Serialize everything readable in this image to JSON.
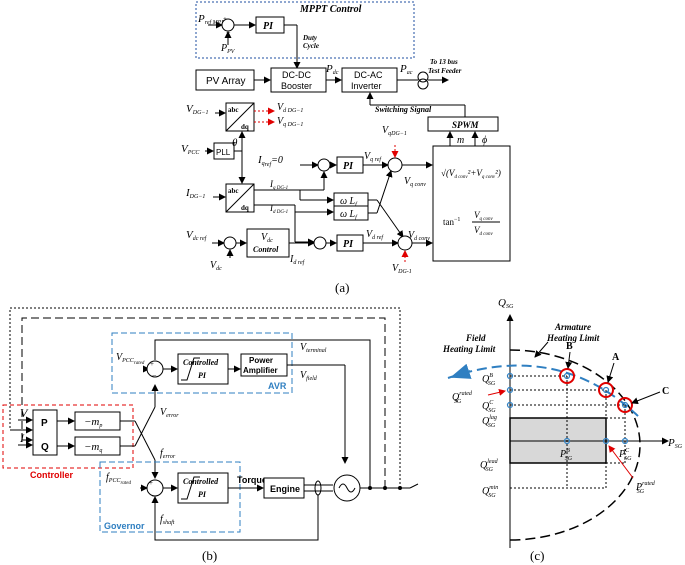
{
  "panel_a": {
    "caption": "(a)",
    "mppt_title": "MPPT Control",
    "p_ref_mpp": "P",
    "p_ref_mpp_sub": "ref MPP",
    "p_pv": "P",
    "p_pv_sub": "PV",
    "pi": "PI",
    "duty_cycle_1": "Duty",
    "duty_cycle_2": "Cycle",
    "pv_array": "PV Array",
    "dcdc_1": "DC-DC",
    "dcdc_2": "Booster",
    "dcac_1": "DC-AC",
    "dcac_2": "Inverter",
    "pdc": "P",
    "pdc_sub": "dc",
    "pac": "P",
    "pac_sub": "ac",
    "feeder_1": "To 13 bus",
    "feeder_2": "Test Feeder",
    "switching_signal": "Switching Signal",
    "spwm": "SPWM",
    "m": "m",
    "phi": "ϕ",
    "v_dg1": "V",
    "v_dg1_sub": "DG−1",
    "abc": "abc",
    "dq": "dq",
    "vd_dg1": "V",
    "vd_dg1_sub": "d DG−1",
    "vq_dg1": "V",
    "vq_dg1_sub": "q DG−1",
    "vq_dg1_in": "V",
    "vq_dg1_in_sub": "qDG−1",
    "v_pcc": "V",
    "v_pcc_sub": "PCC",
    "pll": "PLL",
    "theta": "θ",
    "iq_ref": "I",
    "iq_ref_sub": "q",
    "iq_ref_sub2": "ref",
    "iq_ref_val": "=0",
    "i_dg1": "I",
    "i_dg1_sub": "DG−1",
    "iq_dg1": "I",
    "iq_dg1_sub": "q DG-1",
    "id_dg1": "I",
    "id_dg1_sub": "d DG-1",
    "omega_lf": "ω L",
    "omega_lf_sub": "f",
    "vq_ref": "V",
    "vq_ref_sub": "q ref",
    "vq_conv": "V",
    "vq_conv_sub": "q conv",
    "sqrt_expr": "√(V",
    "sqrt_d": "d conv",
    "sqrt_q": "q conv",
    "atan": "tan",
    "atan_num": "V",
    "atan_num_sub": "q conv",
    "atan_den": "V",
    "atan_den_sub": "d conv",
    "vdc_ref": "V",
    "vdc_ref_sub": "dc ref",
    "vdc": "V",
    "vdc_sub": "dc",
    "vdc_ctrl_top": "V",
    "vdc_ctrl_top_sub": "dc",
    "control": "Control",
    "id_ref": "I",
    "id_ref_sub": "d ref",
    "vd_ref": "V",
    "vd_ref_sub": "d ref",
    "vd_conv": "V",
    "vd_conv_sub": "d conv",
    "vd_dg1_in": "V",
    "vd_dg1_in_sub": "DG-1"
  },
  "panel_b": {
    "caption": "(b)",
    "v": "V",
    "i": "I",
    "p": "P",
    "q": "Q",
    "mp": "−m",
    "mp_sub": "p",
    "mq": "−m",
    "mq_sub": "q",
    "controller": "Controller",
    "vpcc_rated": "V",
    "vpcc_rated_sub": "PCC",
    "vpcc_rated_sub2": "rated",
    "controlled_1": "Controlled",
    "controlled_pi": "PI",
    "power_amp_1": "Power",
    "power_amp_2": "Amplifier",
    "avr": "AVR",
    "v_terminal": "V",
    "v_terminal_sub": "terminal",
    "v_field": "V",
    "v_field_sub": "field",
    "v_error": "V",
    "v_error_sub": "error",
    "f_error": "f",
    "f_error_sub": "error",
    "fpcc_rated": "f",
    "fpcc_rated_sub": "PCC",
    "fpcc_rated_sub2": "rated",
    "torque": "Torque",
    "engine": "Engine",
    "governor": "Governor",
    "f_shaft": "f",
    "f_shaft_sub": "shaft"
  },
  "panel_c": {
    "caption": "(c)",
    "q_sg": "Q",
    "q_sg_sub": "SG",
    "p_sg": "P",
    "p_sg_sub": "SG",
    "armature_1": "Armature",
    "armature_2": "Heating Limit",
    "field_1": "Field",
    "field_2": "Heating Limit",
    "A": "A",
    "B": "B",
    "C": "C",
    "qb": "Q",
    "qb_sup": "B",
    "qb_sub": "SG",
    "qrated": "Q",
    "qrated_sup": "rated",
    "qrated_sub": "SG",
    "qc": "Q",
    "qc_sup": "C",
    "qc_sub": "SG",
    "qlag": "Q",
    "qlag_sup": "lag",
    "qlag_sub": "SG",
    "qlead": "Q",
    "qlead_sup": "lead",
    "qlead_sub": "SG",
    "qmin": "Q",
    "qmin_sup": "min",
    "qmin_sub": "SG",
    "pb": "P",
    "pb_sup": "B",
    "pb_sub": "SG",
    "pc": "P",
    "pc_sup": "C",
    "pc_sub": "SG",
    "prated": "P",
    "prated_sup": "rated",
    "prated_sub": "SG"
  },
  "colors": {
    "blue_dash": "#2f7fc1",
    "red": "#e00000",
    "gray_fill": "#d8d8d8",
    "mppt_border": "#1f4fa0"
  }
}
